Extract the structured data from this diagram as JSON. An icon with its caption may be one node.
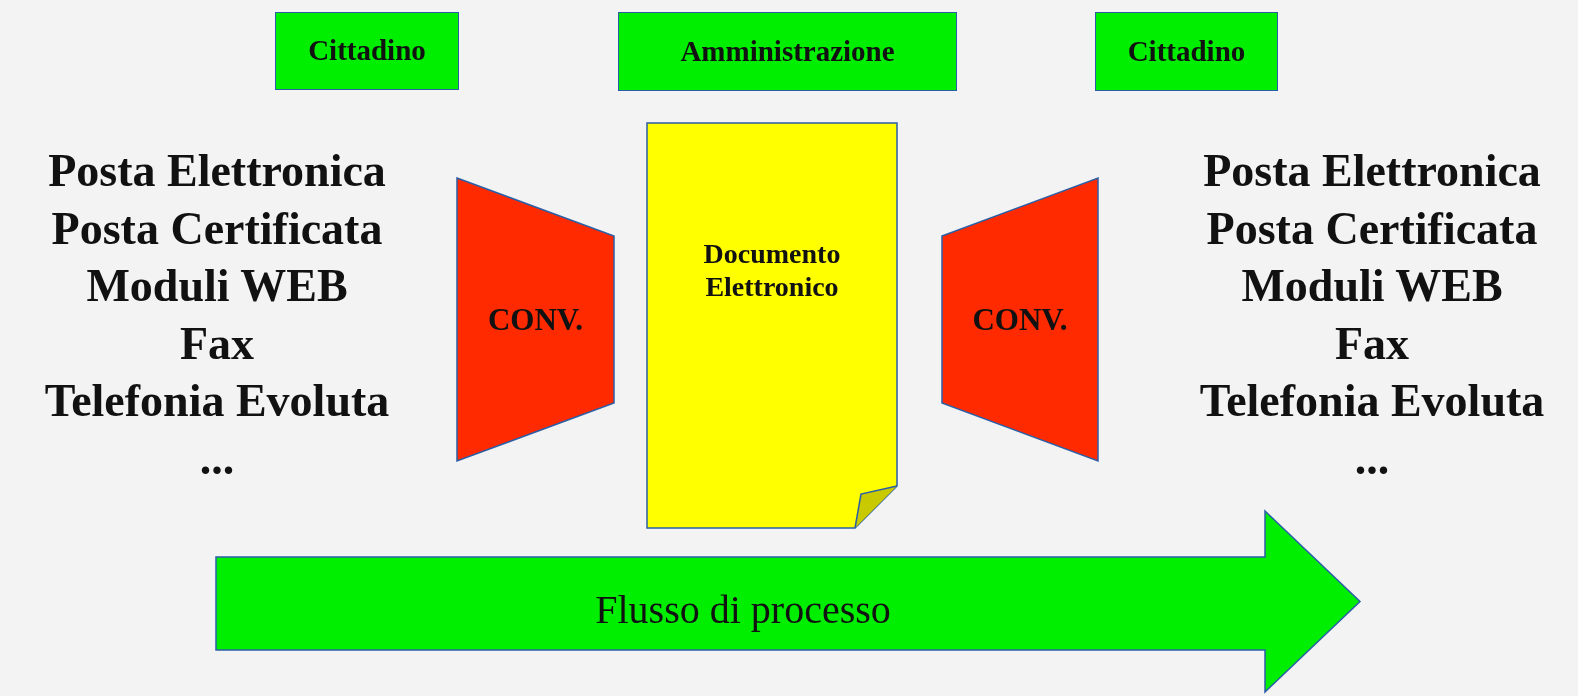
{
  "diagram": {
    "nodes": [
      {
        "text": [
          "Cittadino"
        ]
      },
      {
        "text": [
          "Amministrazione"
        ]
      },
      {
        "text": [
          "Cittadino"
        ]
      },
      {
        "text": [
          "CONV."
        ]
      },
      {
        "text": [
          "Documento Elettronico"
        ]
      },
      {
        "text": [
          "CONV."
        ]
      },
      {
        "text": [
          "Flusso di processo"
        ]
      }
    ],
    "labels": [
      "Posta Elettronica",
      "Posta Certificata",
      "Moduli WEB",
      "Fax",
      "Telefonia Evoluta",
      "...",
      "Posta Elettronica",
      "Posta Certificata",
      "Moduli WEB",
      "Fax",
      "Telefonia Evoluta",
      "..."
    ]
  }
}
